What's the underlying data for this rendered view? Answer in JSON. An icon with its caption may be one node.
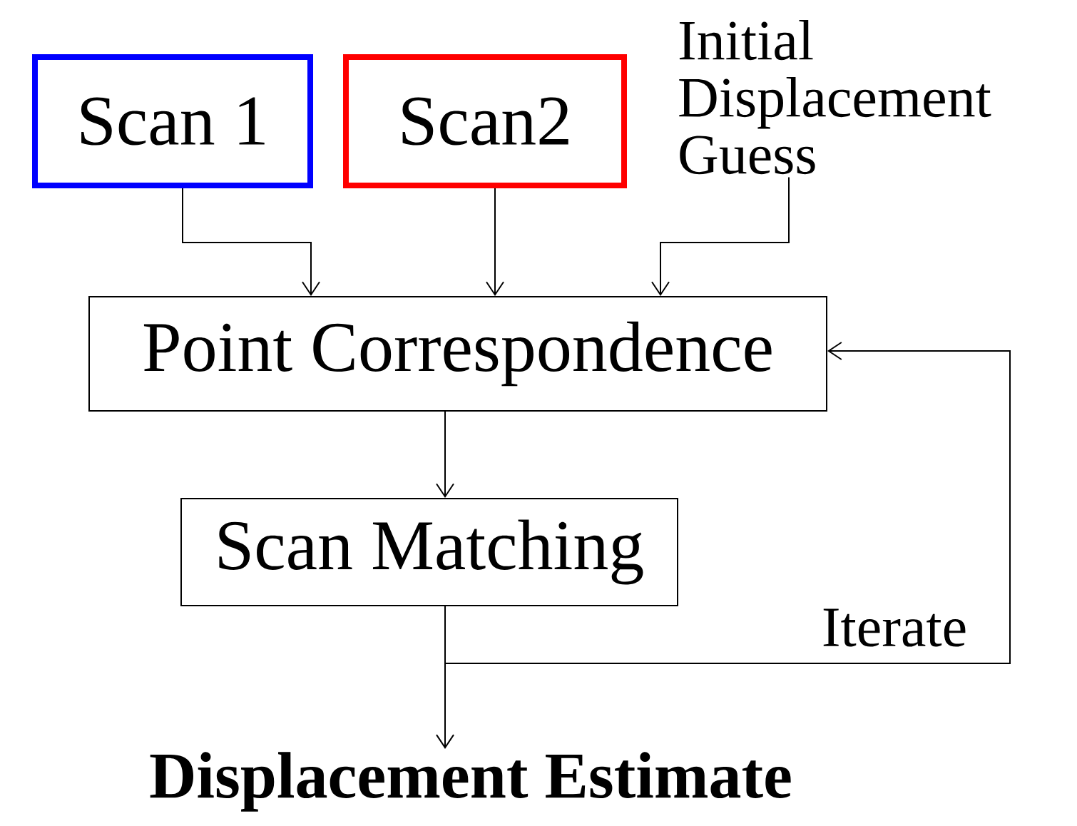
{
  "diagram": {
    "nodes": [
      {
        "text": [
          "Scan 1"
        ]
      },
      {
        "text": [
          "Scan2"
        ]
      },
      {
        "text": [
          "Initial Displacement Guess"
        ]
      },
      {
        "text": [
          "Point Correspondence"
        ]
      },
      {
        "text": [
          "Scan Matching"
        ]
      },
      {
        "text": [
          "Displacement Estimate"
        ]
      }
    ],
    "edges": [
      {
        "from": 0,
        "to": 3,
        "arrow": "to"
      },
      {
        "from": 1,
        "to": 3,
        "arrow": "to"
      },
      {
        "from": 2,
        "to": 3,
        "arrow": "to"
      },
      {
        "from": 3,
        "to": 4,
        "arrow": "to"
      },
      {
        "from": 4,
        "to": 5,
        "arrow": "to"
      },
      {
        "from": 4,
        "to": 3,
        "arrow": "to",
        "label": "Iterate"
      }
    ]
  }
}
